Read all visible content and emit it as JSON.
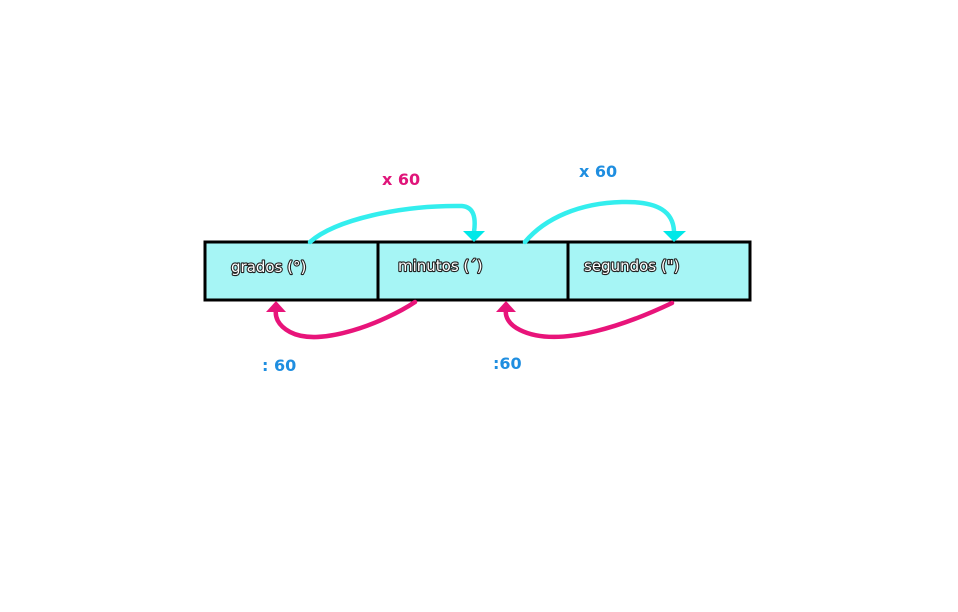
{
  "cells": [
    {
      "label": "grados (°)"
    },
    {
      "label": "minutos (´)"
    },
    {
      "label": "segundos (\")"
    }
  ],
  "operations": {
    "grados_to_minutos": "x 60",
    "minutos_to_segundos": "x 60",
    "minutos_to_grados": ": 60",
    "segundos_to_minutos": ":60"
  },
  "colors": {
    "cell_fill": "#a6f5f5",
    "cell_border": "#000000",
    "arrow_forward": "#00eeee",
    "arrow_backward": "#e8147a",
    "label_magenta": "#e0157a",
    "label_blue": "#1f8ee0"
  },
  "icons": {
    "forward_arrow": "cyan-curved-arrow-icon",
    "backward_arrow": "magenta-curved-arrow-icon"
  }
}
